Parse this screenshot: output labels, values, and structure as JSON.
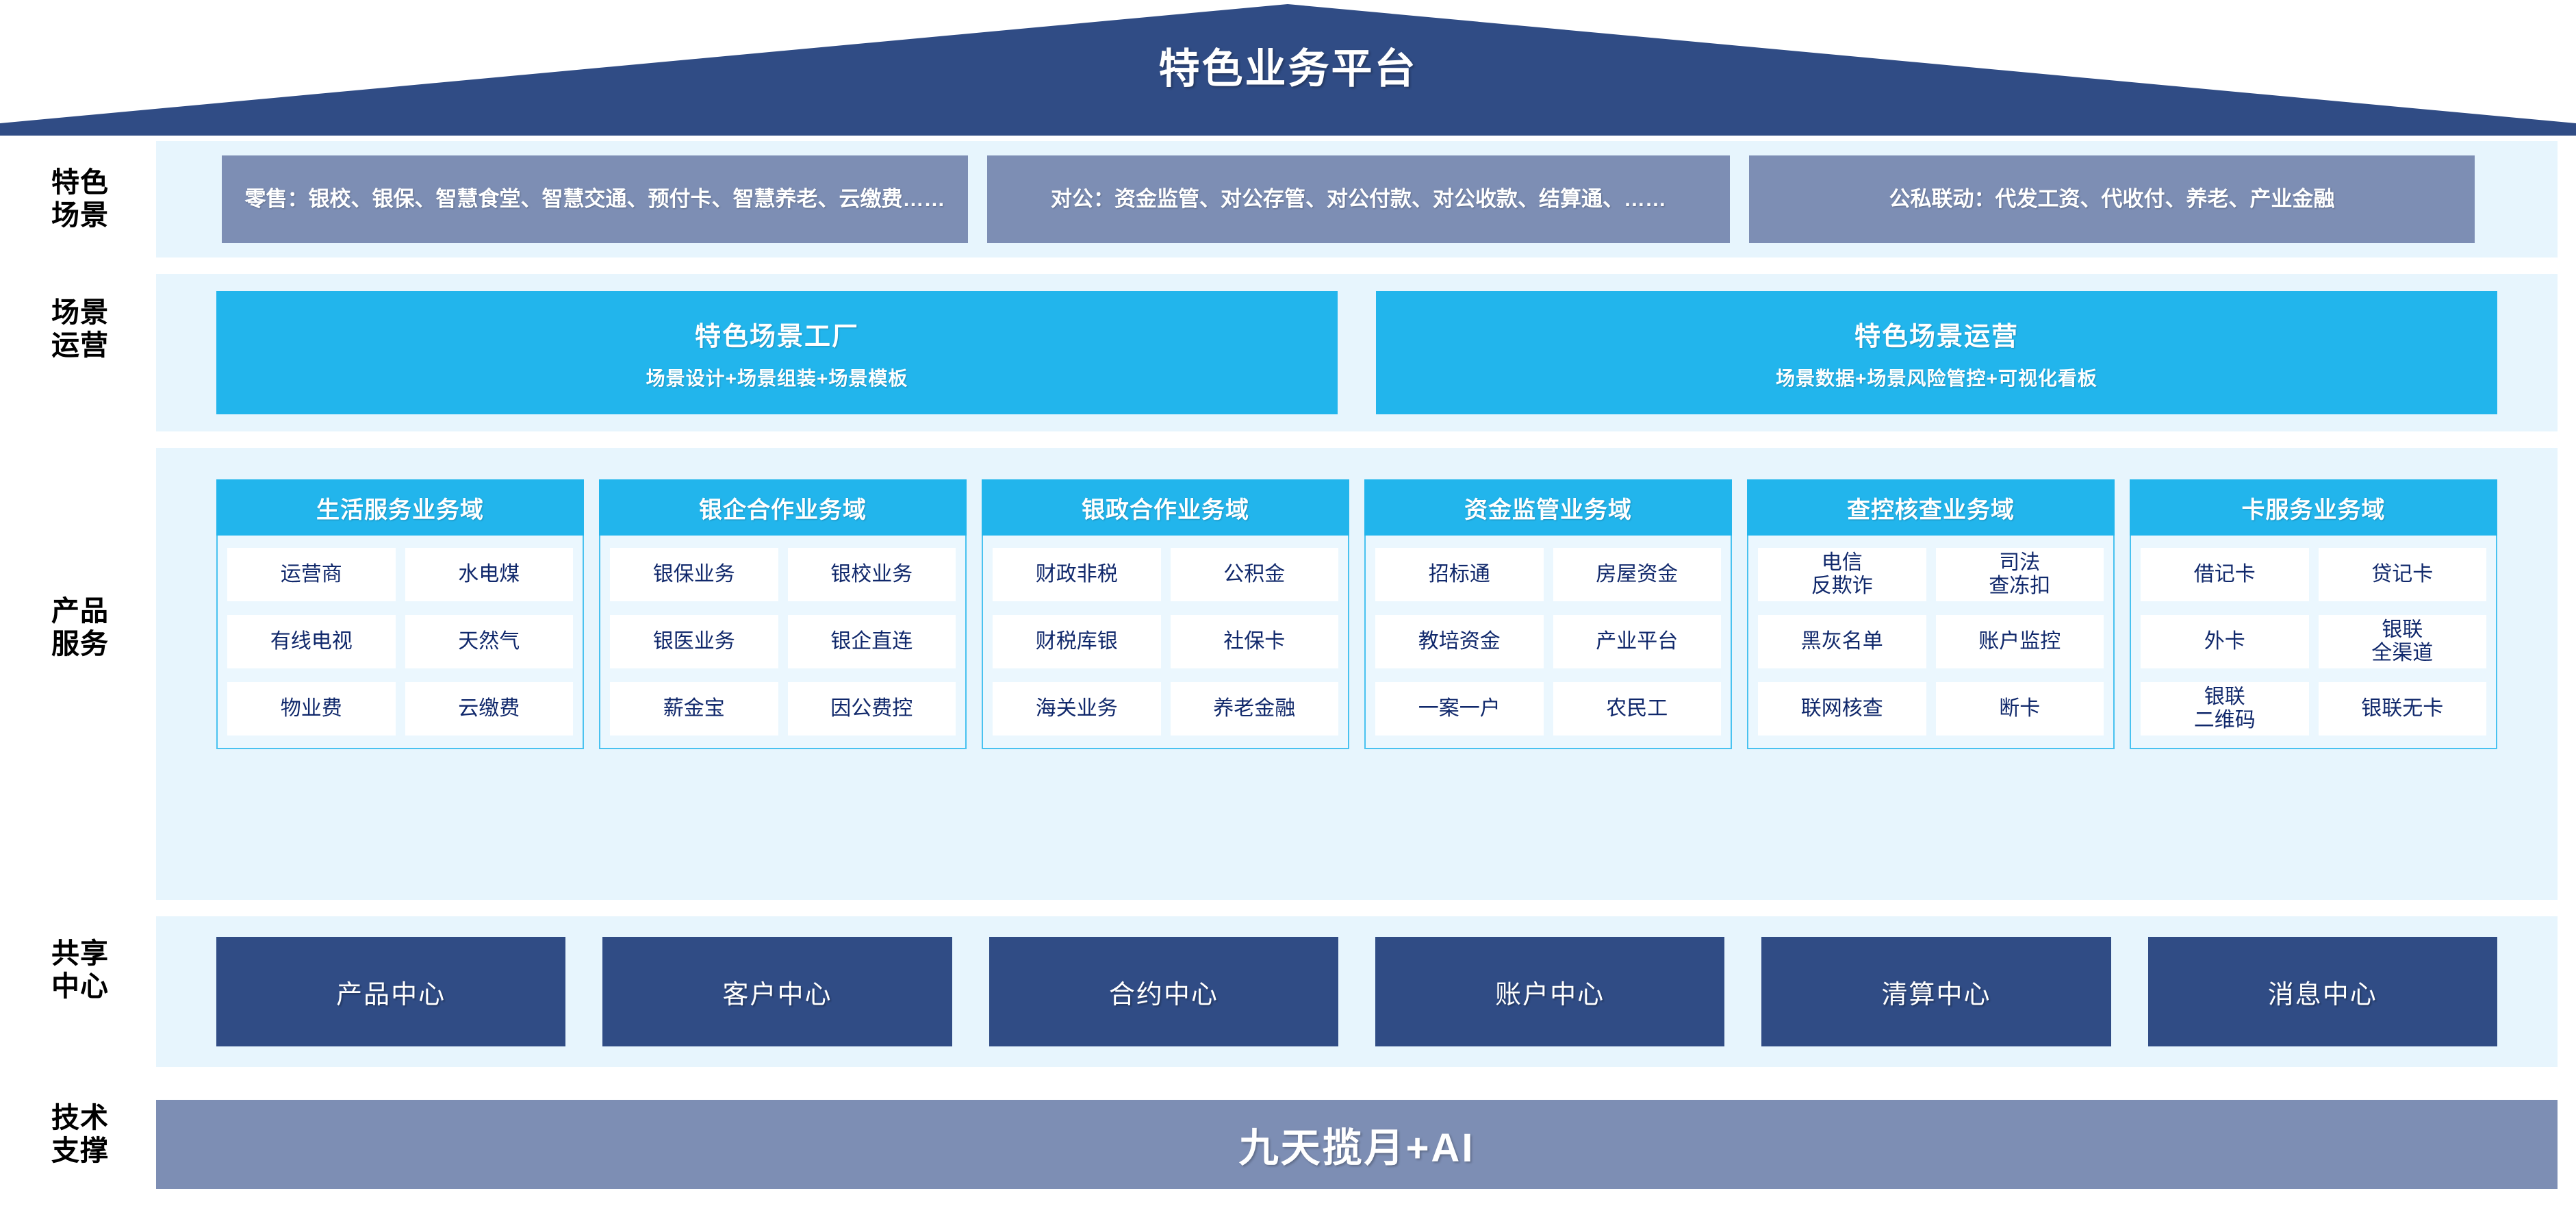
{
  "header": {
    "title": "特色业务平台",
    "roof_color": "#304c85"
  },
  "rail_labels": {
    "scenarios": "特色\n场景",
    "operations": "场景\n运营",
    "products": "产品\n服务",
    "shared_centers": "共享\n中心",
    "tech_support": "技术\n支撑"
  },
  "colors": {
    "band_bg": "#e7f5fd",
    "cyan": "#22b5ec",
    "navy": "#304c85",
    "slate": "#7d8eb4",
    "item_text": "#10286b",
    "card_border": "#49c2f0"
  },
  "scenarios": {
    "items": [
      {
        "text": "零售：银校、银保、智慧食堂、智慧交通、预付卡、智慧养老、云缴费……"
      },
      {
        "text": "对公：资金监管、对公存管、对公付款、对公收款、结算通、……"
      },
      {
        "text": "公私联动：代发工资、代收付、养老、产业金融"
      }
    ]
  },
  "operations": {
    "items": [
      {
        "title": "特色场景工厂",
        "subtitle": "场景设计+场景组装+场景模板"
      },
      {
        "title": "特色场景运营",
        "subtitle": "场景数据+场景风险管控+可视化看板"
      }
    ]
  },
  "domains": [
    {
      "title": "生活服务业务域",
      "rows": [
        [
          "运营商",
          "水电煤"
        ],
        [
          "有线电视",
          "天然气"
        ],
        [
          "物业费",
          "云缴费"
        ]
      ]
    },
    {
      "title": "银企合作业务域",
      "rows": [
        [
          "银保业务",
          "银校业务"
        ],
        [
          "银医业务",
          "银企直连"
        ],
        [
          "薪金宝",
          "因公费控"
        ]
      ]
    },
    {
      "title": "银政合作业务域",
      "rows": [
        [
          "财政非税",
          "公积金"
        ],
        [
          "财税库银",
          "社保卡"
        ],
        [
          "海关业务",
          "养老金融"
        ]
      ]
    },
    {
      "title": "资金监管业务域",
      "rows": [
        [
          "招标通",
          "房屋资金"
        ],
        [
          "教培资金",
          "产业平台"
        ],
        [
          "一案一户",
          "农民工"
        ]
      ]
    },
    {
      "title": "查控核查业务域",
      "rows": [
        [
          "电信\n反欺诈",
          "司法\n查冻扣"
        ],
        [
          "黑灰名单",
          "账户监控"
        ],
        [
          "联网核查",
          "断卡"
        ]
      ]
    },
    {
      "title": "卡服务业务域",
      "rows": [
        [
          "借记卡",
          "贷记卡"
        ],
        [
          "外卡",
          "银联\n全渠道"
        ],
        [
          "银联\n二维码",
          "银联无卡"
        ]
      ]
    }
  ],
  "shared_centers": {
    "items": [
      "产品中心",
      "客户中心",
      "合约中心",
      "账户中心",
      "清算中心",
      "消息中心"
    ]
  },
  "tech_support": {
    "label": "九天揽月+AI"
  }
}
